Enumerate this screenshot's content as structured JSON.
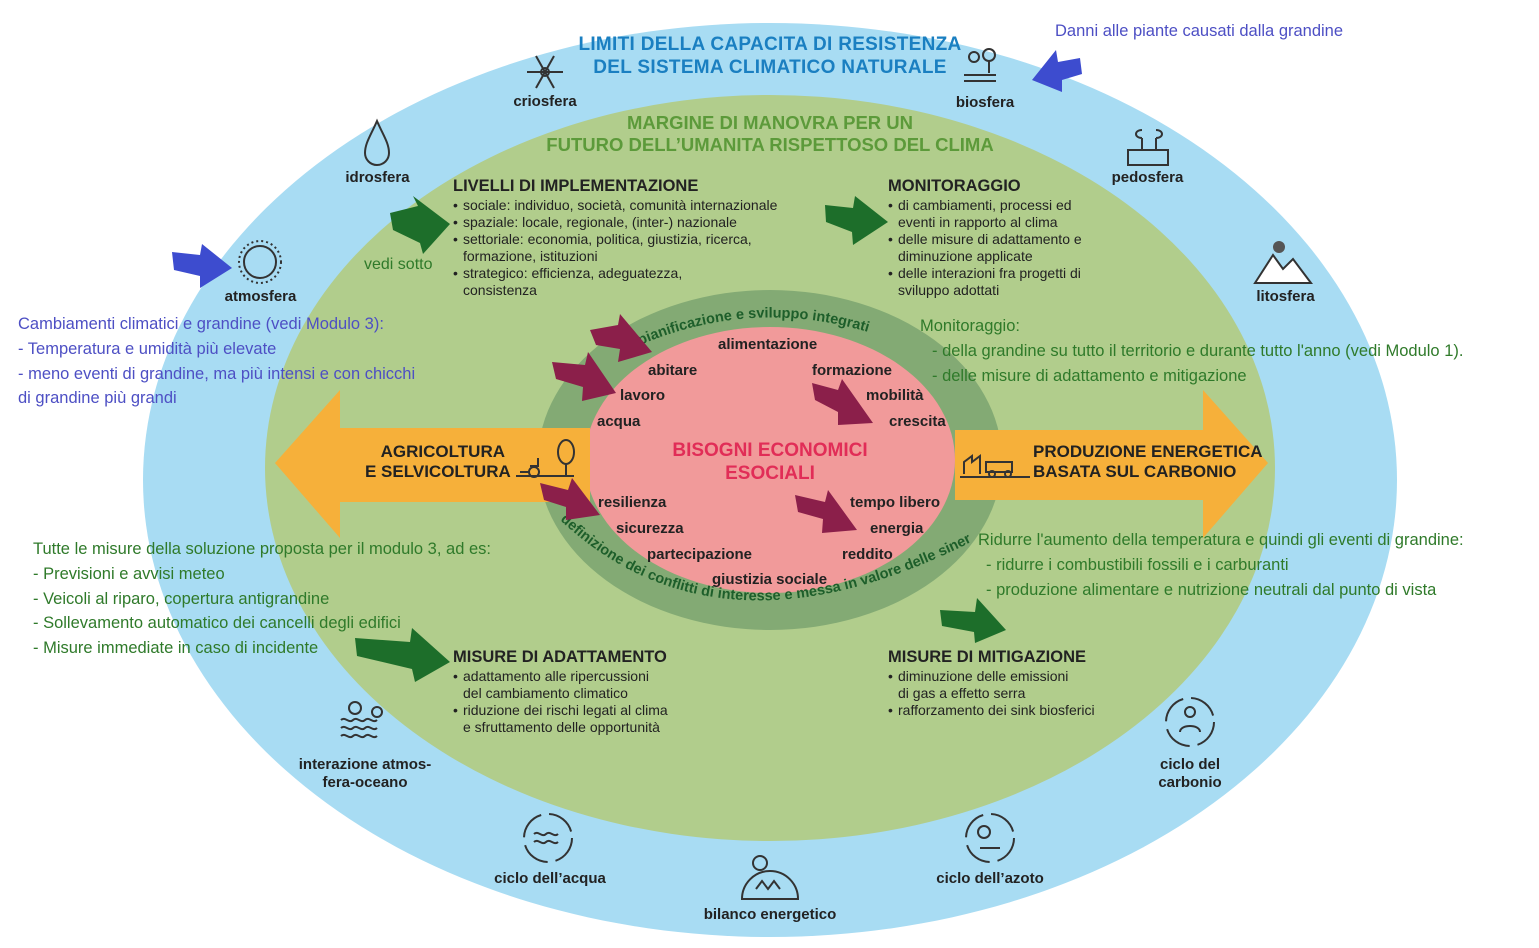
{
  "outer": {
    "title_line1": "LIMITI DELLA CAPACITA DI RESISTENZA",
    "title_line2": "DEL SISTEMA CLIMATICO NATURALE",
    "spheres": {
      "criosfera": "criosfera",
      "biosfera": "biosfera",
      "idrosfera": "idrosfera",
      "pedosfera": "pedosfera",
      "atmosfera": "atmosfera",
      "litosfera": "litosfera",
      "interazione": "interazione atmos-",
      "interazione2": "fera-oceano",
      "ciclo_carbonio": "ciclo del",
      "ciclo_carbonio2": "carbonio",
      "ciclo_acqua": "ciclo dell’acqua",
      "ciclo_azoto": "ciclo dell’azoto",
      "bilancio": "bilanco energetico"
    }
  },
  "middle": {
    "title_line1": "MARGINE DI MANOVRA PER UN",
    "title_line2": "FUTURO DELL’UMANITA RISPETTOSO DEL CLIMA",
    "livelli": {
      "title": "LIVELLI DI IMPLEMENTAZIONE",
      "items": [
        "sociale: individuo, società, comunità internazionale",
        "spaziale: locale, regionale, (inter-) nazionale",
        "settoriale: economia, politica, giustizia, ricerca,",
        "formazione, istituzioni",
        "strategico: efficienza, adeguatezza,",
        "consistenza"
      ]
    },
    "monitoraggio": {
      "title": "MONITORAGGIO",
      "items": [
        "di cambiamenti, processi ed",
        "eventi in rapporto al clima",
        "delle misure di adattamento e",
        "diminuzione applicate",
        "delle interazioni fra progetti di",
        "sviluppo adottati"
      ]
    },
    "adattamento": {
      "title": "MISURE DI ADATTAMENTO",
      "items": [
        "adattamento alle ripercussioni",
        "del cambiamento climatico",
        "riduzione dei rischi legati al clima",
        "e sfruttamento delle opportunità"
      ]
    },
    "mitigazione": {
      "title": "MISURE DI MITIGAZIONE",
      "items": [
        "diminuzione delle emissioni",
        "di gas a effetto serra",
        "rafforzamento dei sink biosferici"
      ]
    }
  },
  "ring": {
    "top_text": "pianificazione e sviluppo integrati",
    "bottom_text": "definizione dei conflitti di interesse e messa in valore delle sinergie"
  },
  "center": {
    "title_line1": "BISOGNI ECONOMICI",
    "title_line2": "ESOCIALI",
    "words": {
      "abitare": "abitare",
      "alimentazione": "alimentazione",
      "lavoro": "lavoro",
      "formazione": "formazione",
      "mobilita": "mobilità",
      "acqua": "acqua",
      "crescita": "crescita",
      "resilienza": "resilienza",
      "tempo_libero": "tempo libero",
      "sicurezza": "sicurezza",
      "energia": "energia",
      "partecipazione": "partecipazione",
      "reddito": "reddito",
      "giustizia": "giustizia sociale"
    }
  },
  "arrows": {
    "left_line1": "AGRICOLTURA",
    "left_line2": "E SELVICOLTURA",
    "right_line1": "PRODUZIONE ENERGETICA",
    "right_line2": "BASATA SUL CARBONIO"
  },
  "annotations": {
    "danni": "Danni alle piante causati dalla grandine",
    "vedi_sotto": "vedi sotto",
    "cambiamenti": [
      "Cambiamenti climatici e grandine (vedi Modulo 3):",
      "- Temperatura e umidità più elevate",
      "- meno eventi di grandine, ma più intensi e con chicchi",
      "di grandine più grandi"
    ],
    "monitoraggio": [
      "Monitoraggio:",
      "- della grandine su tutto il territorio e durante tutto l'anno (vedi Modulo 1).",
      "- delle misure di adattamento e mitigazione"
    ],
    "misure": [
      "Tutte le misure della soluzione proposta per il modulo 3, ad es:",
      "- Previsioni e avvisi meteo",
      "- Veicoli al riparo, copertura antigrandine",
      "- Sollevamento automatico dei cancelli degli edifici",
      "- Misure immediate in caso di incidente"
    ],
    "ridurre": [
      "Ridurre l'aumento della temperatura e quindi gli eventi di grandine:",
      "- ridurre i combustibili fossili e i carburanti",
      "- produzione alimentare e nutrizione neutrali dal punto di vista"
    ]
  },
  "colors": {
    "outer": "#a8dcf3",
    "middle": "#b1cd8c",
    "ring": "#83aa74",
    "center": "#f19a9a",
    "orange": "#f6b03a",
    "annot_blue": "#4d4fc4",
    "annot_green": "#2f7a2a",
    "arrow_green": "#1d6e2a",
    "arrow_maroon": "#8b1f4a",
    "arrow_blue": "#3d4ccf"
  }
}
